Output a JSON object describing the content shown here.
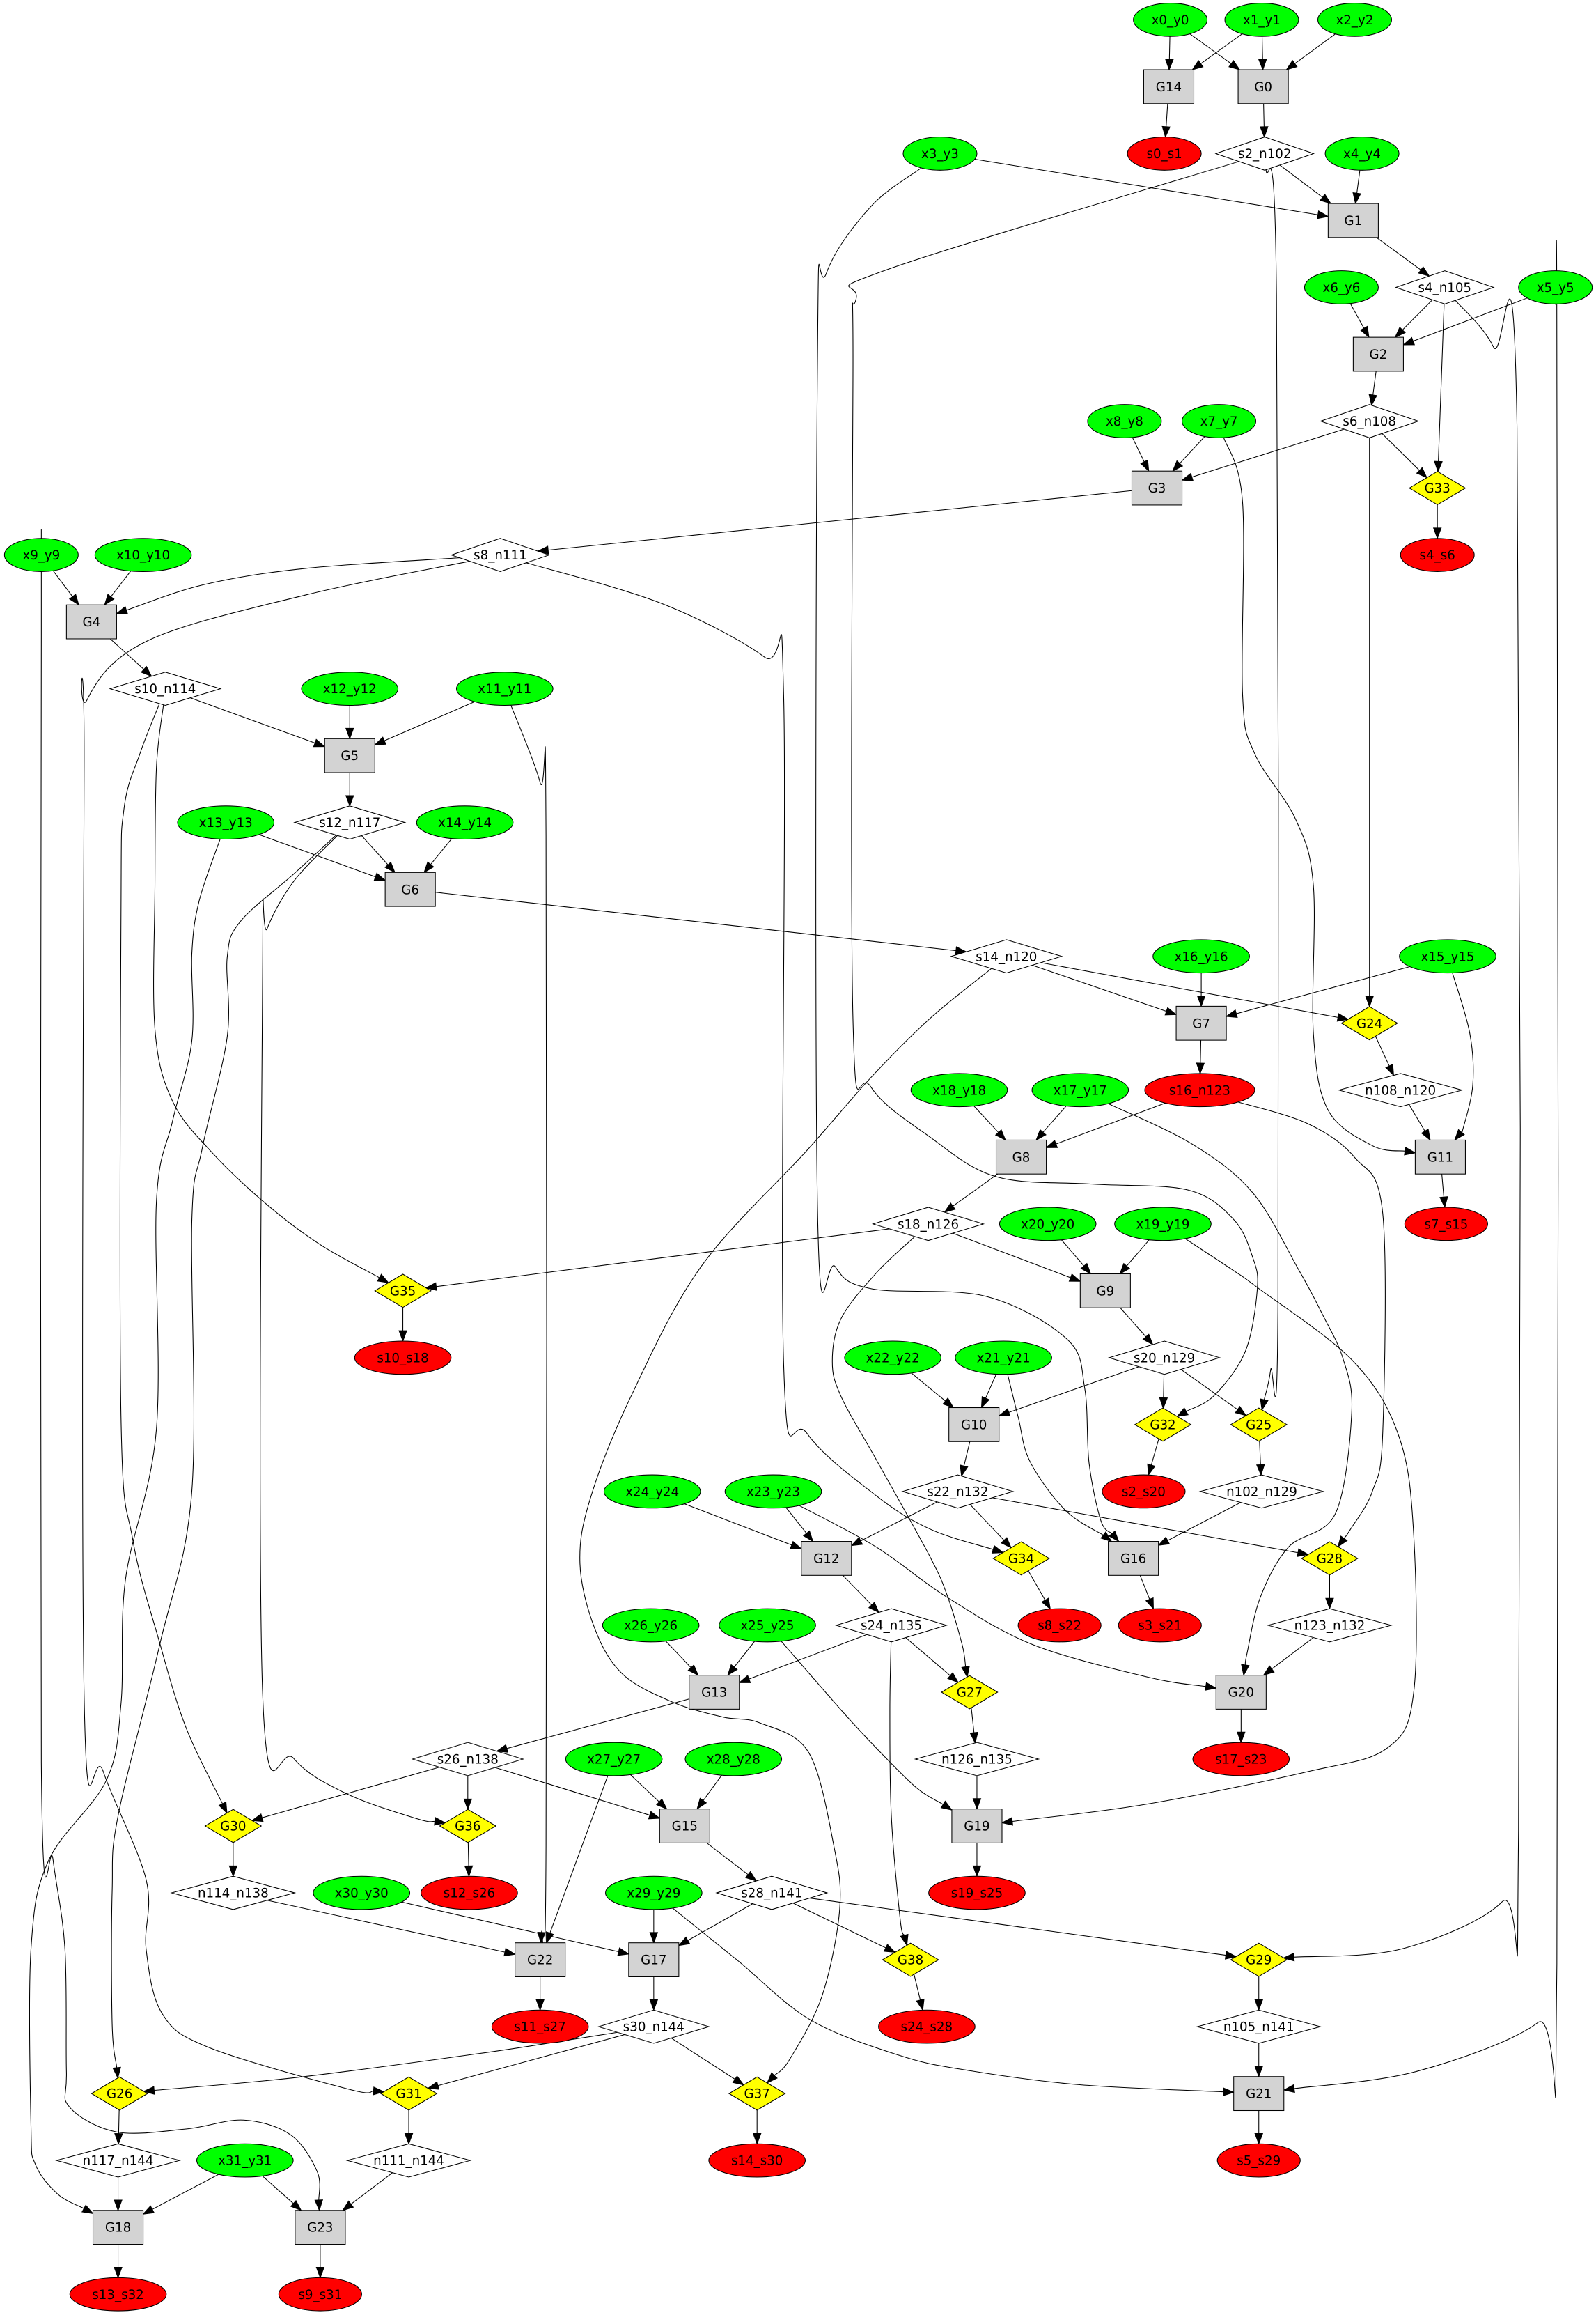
{
  "colors": {
    "input": "#00ff00",
    "output": "#ff0000",
    "gate": "#d3d3d3",
    "marked-gate": "#ffff00",
    "signal": "#ffffff",
    "edge": "#000000",
    "background": "#ffffff"
  },
  "graph": {
    "nodes": [
      {
        "label": "x0_y0",
        "kind": "input"
      },
      {
        "label": "x1_y1",
        "kind": "input"
      },
      {
        "label": "x2_y2",
        "kind": "input"
      },
      {
        "label": "G14",
        "kind": "gate"
      },
      {
        "label": "G0",
        "kind": "gate"
      },
      {
        "label": "s0_s1",
        "kind": "output"
      },
      {
        "label": "s2_n102",
        "kind": "signal"
      },
      {
        "label": "x3_y3",
        "kind": "input"
      },
      {
        "label": "x4_y4",
        "kind": "input"
      },
      {
        "label": "G1",
        "kind": "gate"
      },
      {
        "label": "x6_y6",
        "kind": "input"
      },
      {
        "label": "s4_n105",
        "kind": "signal"
      },
      {
        "label": "x5_y5",
        "kind": "input"
      },
      {
        "label": "G2",
        "kind": "gate"
      },
      {
        "label": "x8_y8",
        "kind": "input"
      },
      {
        "label": "x7_y7",
        "kind": "input"
      },
      {
        "label": "s6_n108",
        "kind": "signal"
      },
      {
        "label": "G3",
        "kind": "gate"
      },
      {
        "label": "G33",
        "kind": "marked-gate"
      },
      {
        "label": "x9_y9",
        "kind": "input"
      },
      {
        "label": "x10_y10",
        "kind": "input"
      },
      {
        "label": "s8_n111",
        "kind": "signal"
      },
      {
        "label": "s4_s6",
        "kind": "output"
      },
      {
        "label": "G4",
        "kind": "gate"
      },
      {
        "label": "s10_n114",
        "kind": "signal"
      },
      {
        "label": "x12_y12",
        "kind": "input"
      },
      {
        "label": "x11_y11",
        "kind": "input"
      },
      {
        "label": "G5",
        "kind": "gate"
      },
      {
        "label": "x13_y13",
        "kind": "input"
      },
      {
        "label": "s12_n117",
        "kind": "signal"
      },
      {
        "label": "x14_y14",
        "kind": "input"
      },
      {
        "label": "G6",
        "kind": "gate"
      },
      {
        "label": "s14_n120",
        "kind": "signal"
      },
      {
        "label": "x16_y16",
        "kind": "input"
      },
      {
        "label": "x15_y15",
        "kind": "input"
      },
      {
        "label": "G7",
        "kind": "gate"
      },
      {
        "label": "G24",
        "kind": "marked-gate"
      },
      {
        "label": "x18_y18",
        "kind": "input"
      },
      {
        "label": "x17_y17",
        "kind": "input"
      },
      {
        "label": "s16_n123",
        "kind": "output"
      },
      {
        "label": "n108_n120",
        "kind": "signal"
      },
      {
        "label": "G8",
        "kind": "gate"
      },
      {
        "label": "G11",
        "kind": "gate"
      },
      {
        "label": "s18_n126",
        "kind": "signal"
      },
      {
        "label": "x20_y20",
        "kind": "input"
      },
      {
        "label": "x19_y19",
        "kind": "input"
      },
      {
        "label": "s7_s15",
        "kind": "output"
      },
      {
        "label": "G35",
        "kind": "marked-gate"
      },
      {
        "label": "G9",
        "kind": "gate"
      },
      {
        "label": "s10_s18",
        "kind": "output"
      },
      {
        "label": "x22_y22",
        "kind": "input"
      },
      {
        "label": "x21_y21",
        "kind": "input"
      },
      {
        "label": "s20_n129",
        "kind": "signal"
      },
      {
        "label": "G10",
        "kind": "gate"
      },
      {
        "label": "G32",
        "kind": "marked-gate"
      },
      {
        "label": "G25",
        "kind": "marked-gate"
      },
      {
        "label": "x24_y24",
        "kind": "input"
      },
      {
        "label": "x23_y23",
        "kind": "input"
      },
      {
        "label": "s22_n132",
        "kind": "signal"
      },
      {
        "label": "s2_s20",
        "kind": "output"
      },
      {
        "label": "n102_n129",
        "kind": "signal"
      },
      {
        "label": "G12",
        "kind": "gate"
      },
      {
        "label": "G34",
        "kind": "marked-gate"
      },
      {
        "label": "G16",
        "kind": "gate"
      },
      {
        "label": "G28",
        "kind": "marked-gate"
      },
      {
        "label": "x26_y26",
        "kind": "input"
      },
      {
        "label": "x25_y25",
        "kind": "input"
      },
      {
        "label": "s24_n135",
        "kind": "signal"
      },
      {
        "label": "s8_s22",
        "kind": "output"
      },
      {
        "label": "s3_s21",
        "kind": "output"
      },
      {
        "label": "n123_n132",
        "kind": "signal"
      },
      {
        "label": "G13",
        "kind": "gate"
      },
      {
        "label": "G27",
        "kind": "marked-gate"
      },
      {
        "label": "G20",
        "kind": "gate"
      },
      {
        "label": "s26_n138",
        "kind": "signal"
      },
      {
        "label": "x27_y27",
        "kind": "input"
      },
      {
        "label": "x28_y28",
        "kind": "input"
      },
      {
        "label": "n126_n135",
        "kind": "signal"
      },
      {
        "label": "s17_s23",
        "kind": "output"
      },
      {
        "label": "G30",
        "kind": "marked-gate"
      },
      {
        "label": "G36",
        "kind": "marked-gate"
      },
      {
        "label": "G15",
        "kind": "gate"
      },
      {
        "label": "G19",
        "kind": "gate"
      },
      {
        "label": "n114_n138",
        "kind": "signal"
      },
      {
        "label": "x30_y30",
        "kind": "input"
      },
      {
        "label": "s12_s26",
        "kind": "output"
      },
      {
        "label": "x29_y29",
        "kind": "input"
      },
      {
        "label": "s28_n141",
        "kind": "signal"
      },
      {
        "label": "s19_s25",
        "kind": "output"
      },
      {
        "label": "G22",
        "kind": "gate"
      },
      {
        "label": "G17",
        "kind": "gate"
      },
      {
        "label": "G38",
        "kind": "marked-gate"
      },
      {
        "label": "G29",
        "kind": "marked-gate"
      },
      {
        "label": "s11_s27",
        "kind": "output"
      },
      {
        "label": "s30_n144",
        "kind": "signal"
      },
      {
        "label": "s24_s28",
        "kind": "output"
      },
      {
        "label": "n105_n141",
        "kind": "signal"
      },
      {
        "label": "G26",
        "kind": "marked-gate"
      },
      {
        "label": "G31",
        "kind": "marked-gate"
      },
      {
        "label": "G37",
        "kind": "marked-gate"
      },
      {
        "label": "G21",
        "kind": "gate"
      },
      {
        "label": "n117_n144",
        "kind": "signal"
      },
      {
        "label": "x31_y31",
        "kind": "input"
      },
      {
        "label": "n111_n144",
        "kind": "signal"
      },
      {
        "label": "s14_s30",
        "kind": "output"
      },
      {
        "label": "s5_s29",
        "kind": "output"
      },
      {
        "label": "G18",
        "kind": "gate"
      },
      {
        "label": "G23",
        "kind": "gate"
      },
      {
        "label": "s13_s32",
        "kind": "output"
      },
      {
        "label": "s9_s31",
        "kind": "output"
      }
    ],
    "edges": [
      {
        "from": "x0_y0",
        "to": "G14"
      },
      {
        "from": "x1_y1",
        "to": "G14"
      },
      {
        "from": "x0_y0",
        "to": "G0"
      },
      {
        "from": "x1_y1",
        "to": "G0"
      },
      {
        "from": "x2_y2",
        "to": "G0"
      },
      {
        "from": "G14",
        "to": "s0_s1"
      },
      {
        "from": "G0",
        "to": "s2_n102"
      },
      {
        "from": "s2_n102",
        "to": "G1"
      },
      {
        "from": "x3_y3",
        "to": "G1"
      },
      {
        "from": "x4_y4",
        "to": "G1"
      },
      {
        "from": "G1",
        "to": "s4_n105"
      },
      {
        "from": "x6_y6",
        "to": "G2"
      },
      {
        "from": "s4_n105",
        "to": "G2"
      },
      {
        "from": "x5_y5",
        "to": "G2"
      },
      {
        "from": "G2",
        "to": "s6_n108"
      },
      {
        "from": "x8_y8",
        "to": "G3"
      },
      {
        "from": "x7_y7",
        "to": "G3"
      },
      {
        "from": "s6_n108",
        "to": "G3"
      },
      {
        "from": "G3",
        "to": "s8_n111"
      },
      {
        "from": "s4_n105",
        "to": "G33"
      },
      {
        "from": "s6_n108",
        "to": "G33"
      },
      {
        "from": "G33",
        "to": "s4_s6"
      },
      {
        "from": "x9_y9",
        "to": "G4"
      },
      {
        "from": "x10_y10",
        "to": "G4"
      },
      {
        "from": "s8_n111",
        "to": "G4"
      },
      {
        "from": "G4",
        "to": "s10_n114"
      },
      {
        "from": "s10_n114",
        "to": "G5"
      },
      {
        "from": "x12_y12",
        "to": "G5"
      },
      {
        "from": "x11_y11",
        "to": "G5"
      },
      {
        "from": "G5",
        "to": "s12_n117"
      },
      {
        "from": "x13_y13",
        "to": "G6"
      },
      {
        "from": "s12_n117",
        "to": "G6"
      },
      {
        "from": "x14_y14",
        "to": "G6"
      },
      {
        "from": "G6",
        "to": "s14_n120"
      },
      {
        "from": "s14_n120",
        "to": "G7"
      },
      {
        "from": "x16_y16",
        "to": "G7"
      },
      {
        "from": "x15_y15",
        "to": "G7"
      },
      {
        "from": "G7",
        "to": "s16_n123"
      },
      {
        "from": "s6_n108",
        "to": "G24"
      },
      {
        "from": "s14_n120",
        "to": "G24"
      },
      {
        "from": "G24",
        "to": "n108_n120"
      },
      {
        "from": "x18_y18",
        "to": "G8"
      },
      {
        "from": "x17_y17",
        "to": "G8"
      },
      {
        "from": "s16_n123",
        "to": "G8"
      },
      {
        "from": "G8",
        "to": "s18_n126"
      },
      {
        "from": "x7_y7",
        "to": "G11"
      },
      {
        "from": "n108_n120",
        "to": "G11"
      },
      {
        "from": "x15_y15",
        "to": "G11"
      },
      {
        "from": "G11",
        "to": "s7_s15"
      },
      {
        "from": "s18_n126",
        "to": "G9"
      },
      {
        "from": "x20_y20",
        "to": "G9"
      },
      {
        "from": "x19_y19",
        "to": "G9"
      },
      {
        "from": "G9",
        "to": "s20_n129"
      },
      {
        "from": "s10_n114",
        "to": "G35"
      },
      {
        "from": "s18_n126",
        "to": "G35"
      },
      {
        "from": "G35",
        "to": "s10_s18"
      },
      {
        "from": "x22_y22",
        "to": "G10"
      },
      {
        "from": "x21_y21",
        "to": "G10"
      },
      {
        "from": "s20_n129",
        "to": "G10"
      },
      {
        "from": "G10",
        "to": "s22_n132"
      },
      {
        "from": "s2_n102",
        "to": "G32"
      },
      {
        "from": "s20_n129",
        "to": "G32"
      },
      {
        "from": "G32",
        "to": "s2_s20"
      },
      {
        "from": "s2_n102",
        "to": "G25"
      },
      {
        "from": "s20_n129",
        "to": "G25"
      },
      {
        "from": "G25",
        "to": "n102_n129"
      },
      {
        "from": "x24_y24",
        "to": "G12"
      },
      {
        "from": "x23_y23",
        "to": "G12"
      },
      {
        "from": "s22_n132",
        "to": "G12"
      },
      {
        "from": "G12",
        "to": "s24_n135"
      },
      {
        "from": "s8_n111",
        "to": "G34"
      },
      {
        "from": "s22_n132",
        "to": "G34"
      },
      {
        "from": "G34",
        "to": "s8_s22"
      },
      {
        "from": "x3_y3",
        "to": "G16"
      },
      {
        "from": "x21_y21",
        "to": "G16"
      },
      {
        "from": "n102_n129",
        "to": "G16"
      },
      {
        "from": "G16",
        "to": "s3_s21"
      },
      {
        "from": "s16_n123",
        "to": "G28"
      },
      {
        "from": "s22_n132",
        "to": "G28"
      },
      {
        "from": "G28",
        "to": "n123_n132"
      },
      {
        "from": "x26_y26",
        "to": "G13"
      },
      {
        "from": "x25_y25",
        "to": "G13"
      },
      {
        "from": "s24_n135",
        "to": "G13"
      },
      {
        "from": "G13",
        "to": "s26_n138"
      },
      {
        "from": "s18_n126",
        "to": "G27"
      },
      {
        "from": "s24_n135",
        "to": "G27"
      },
      {
        "from": "G27",
        "to": "n126_n135"
      },
      {
        "from": "x17_y17",
        "to": "G20"
      },
      {
        "from": "n123_n132",
        "to": "G20"
      },
      {
        "from": "x23_y23",
        "to": "G20"
      },
      {
        "from": "G20",
        "to": "s17_s23"
      },
      {
        "from": "s10_n114",
        "to": "G30"
      },
      {
        "from": "s26_n138",
        "to": "G30"
      },
      {
        "from": "G30",
        "to": "n114_n138"
      },
      {
        "from": "s12_n117",
        "to": "G36"
      },
      {
        "from": "s26_n138",
        "to": "G36"
      },
      {
        "from": "G36",
        "to": "s12_s26"
      },
      {
        "from": "s26_n138",
        "to": "G15"
      },
      {
        "from": "x27_y27",
        "to": "G15"
      },
      {
        "from": "x28_y28",
        "to": "G15"
      },
      {
        "from": "G15",
        "to": "s28_n141"
      },
      {
        "from": "x25_y25",
        "to": "G19"
      },
      {
        "from": "n126_n135",
        "to": "G19"
      },
      {
        "from": "x19_y19",
        "to": "G19"
      },
      {
        "from": "G19",
        "to": "s19_s25"
      },
      {
        "from": "n114_n138",
        "to": "G22"
      },
      {
        "from": "x11_y11",
        "to": "G22"
      },
      {
        "from": "x27_y27",
        "to": "G22"
      },
      {
        "from": "G22",
        "to": "s11_s27"
      },
      {
        "from": "x30_y30",
        "to": "G17"
      },
      {
        "from": "x29_y29",
        "to": "G17"
      },
      {
        "from": "s28_n141",
        "to": "G17"
      },
      {
        "from": "G17",
        "to": "s30_n144"
      },
      {
        "from": "s24_n135",
        "to": "G38"
      },
      {
        "from": "s28_n141",
        "to": "G38"
      },
      {
        "from": "G38",
        "to": "s24_s28"
      },
      {
        "from": "s4_n105",
        "to": "G29"
      },
      {
        "from": "s28_n141",
        "to": "G29"
      },
      {
        "from": "G29",
        "to": "n105_n141"
      },
      {
        "from": "s12_n117",
        "to": "G26"
      },
      {
        "from": "s30_n144",
        "to": "G26"
      },
      {
        "from": "G26",
        "to": "n117_n144"
      },
      {
        "from": "s8_n111",
        "to": "G31"
      },
      {
        "from": "s30_n144",
        "to": "G31"
      },
      {
        "from": "G31",
        "to": "n111_n144"
      },
      {
        "from": "s14_n120",
        "to": "G37"
      },
      {
        "from": "s30_n144",
        "to": "G37"
      },
      {
        "from": "G37",
        "to": "s14_s30"
      },
      {
        "from": "x29_y29",
        "to": "G21"
      },
      {
        "from": "n105_n141",
        "to": "G21"
      },
      {
        "from": "x5_y5",
        "to": "G21"
      },
      {
        "from": "G21",
        "to": "s5_s29"
      },
      {
        "from": "x13_y13",
        "to": "G18"
      },
      {
        "from": "n117_n144",
        "to": "G18"
      },
      {
        "from": "x31_y31",
        "to": "G18"
      },
      {
        "from": "G18",
        "to": "s13_s32"
      },
      {
        "from": "x9_y9",
        "to": "G23"
      },
      {
        "from": "x31_y31",
        "to": "G23"
      },
      {
        "from": "n111_n144",
        "to": "G23"
      },
      {
        "from": "G23",
        "to": "s9_s31"
      }
    ]
  }
}
